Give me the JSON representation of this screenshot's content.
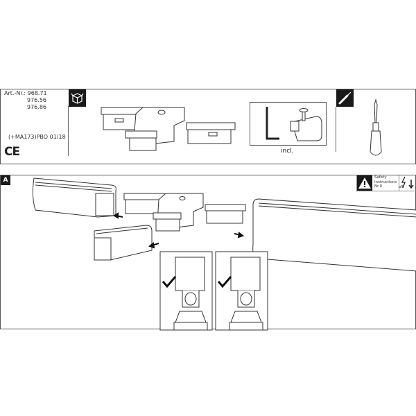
{
  "header": {
    "art_label": "Art.-Nr.:",
    "art_numbers": [
      "968.71",
      "976.56",
      "976.86"
    ],
    "revision": "(+MA173)PBO 01/18",
    "ce_mark": "CE"
  },
  "parts": {
    "contents_icon": "box-icon",
    "included_label": "incl.",
    "tool_icon": "screwdriver-icon"
  },
  "step_a": {
    "label": "A",
    "safety": {
      "line1": "Safety",
      "line2": "Instructions",
      "line3": "Nr.0",
      "off_label": "off"
    }
  }
}
